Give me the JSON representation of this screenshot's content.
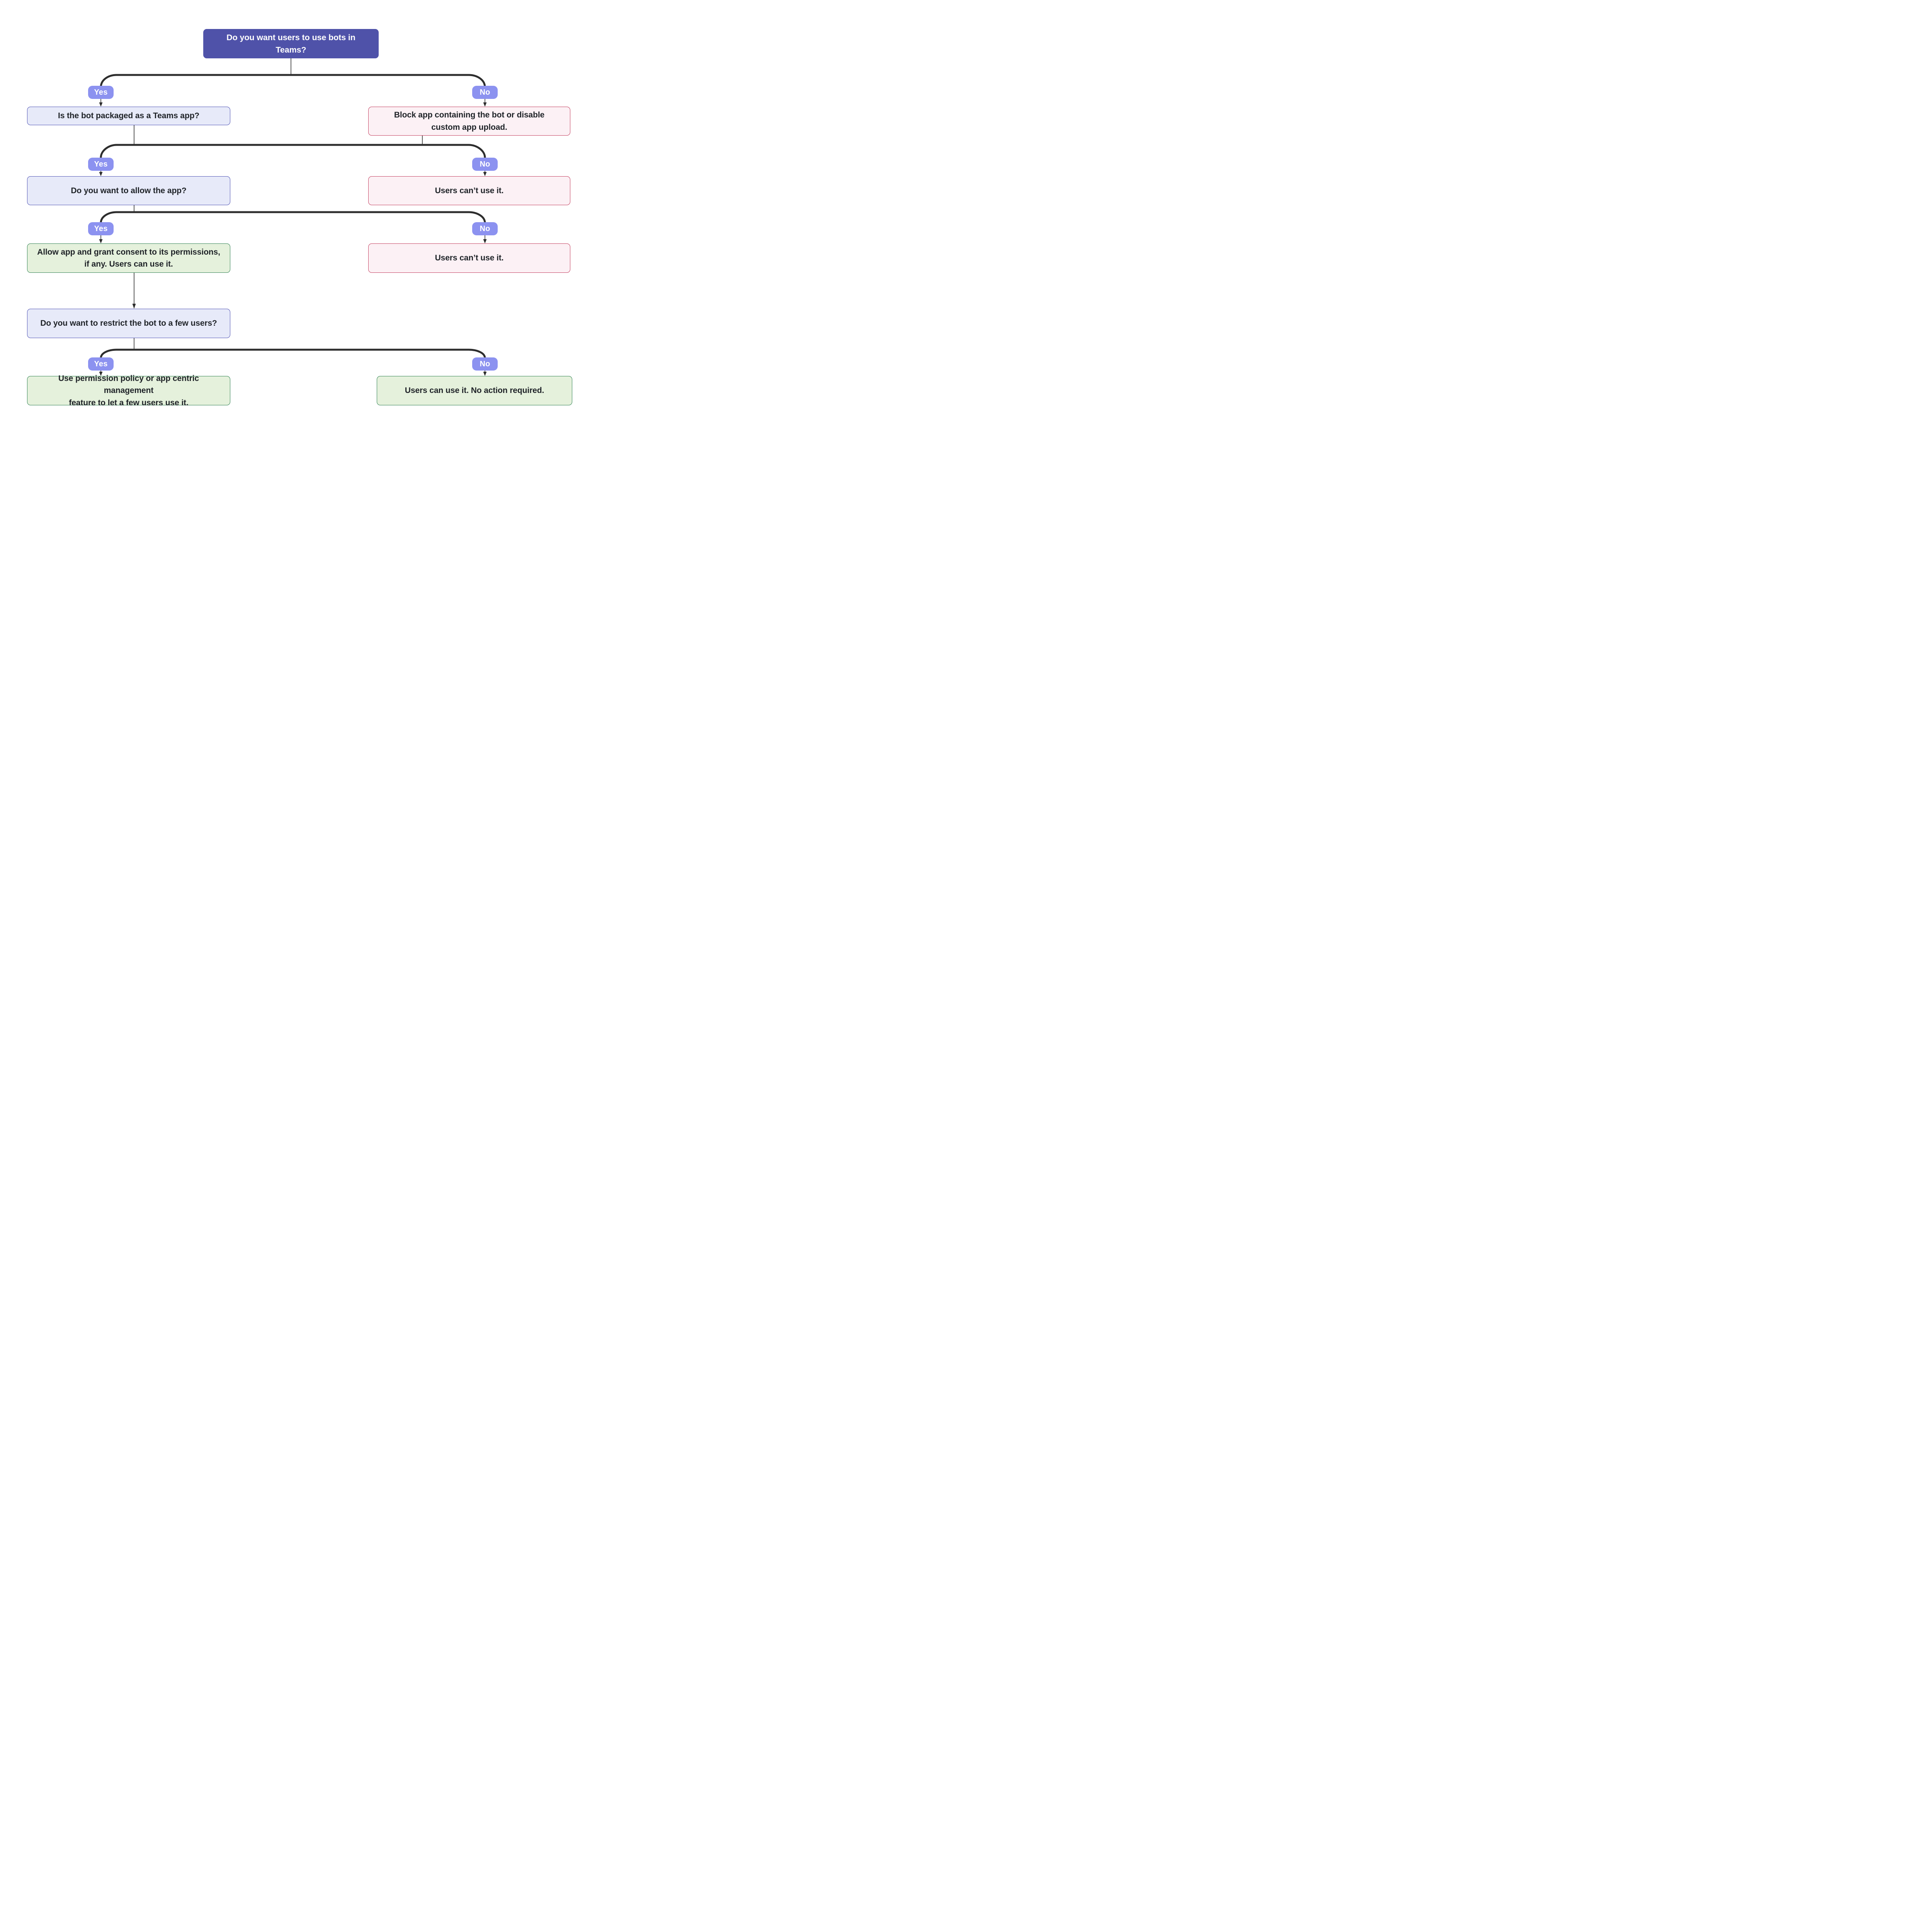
{
  "diagram": {
    "labels": {
      "yes": "Yes",
      "no": "No"
    },
    "nodes": {
      "root": "Do you want users to use bots in Teams?",
      "q_packaged": "Is the bot packaged as a Teams app?",
      "block_app": "Block app containing the bot or disable\ncustom app upload.",
      "q_allow": "Do you want to allow the app?",
      "cant_use_after_packaged": "Users can’t use it.",
      "allow_grant": "Allow app and grant consent to its permissions,\nif any. Users can use it.",
      "cant_use_after_allow": "Users can’t use it.",
      "q_restrict": "Do you want to restrict the bot to a few users?",
      "use_policy": "Use permission policy or app centric management\nfeature to let a few users use it.",
      "can_use_no_action": "Users can use it. No action required."
    },
    "colors": {
      "root_fill": "#4F52A9",
      "pill_fill": "#8C92F0",
      "question_fill": "#E7EAF9",
      "question_border": "#4C50B3",
      "negative_fill": "#FCF1F5",
      "negative_border": "#C23B5C",
      "positive_fill": "#E5F1DC",
      "positive_border": "#2E8050",
      "connector": "#2D2D2D",
      "text": "#1F2328"
    }
  }
}
